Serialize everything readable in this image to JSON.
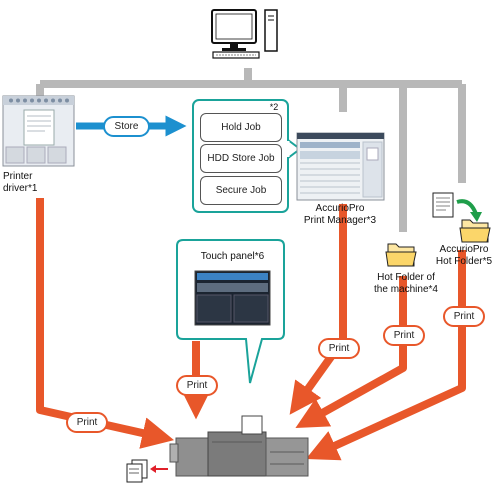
{
  "store_label": "Store",
  "jobs_note": "*2",
  "jobs": [
    "Hold Job",
    "HDD Store Job",
    "Secure Job"
  ],
  "printer_driver_label": [
    "Printer",
    "driver*1"
  ],
  "print_manager_label": [
    "AccurioPro",
    "Print Manager*3"
  ],
  "hot_folder_machine_label": [
    "Hot Folder of",
    "the machine*4"
  ],
  "accuriopro_hot_folder_label": [
    "AccurioPro",
    "Hot Folder*5"
  ],
  "touch_panel_label": "Touch panel*6",
  "print_label": "Print",
  "colors": {
    "network": "#b8b8b8",
    "print_arrow": "#e8572a",
    "store_arrow": "#1c90cf",
    "callout": "#1aa39a"
  }
}
